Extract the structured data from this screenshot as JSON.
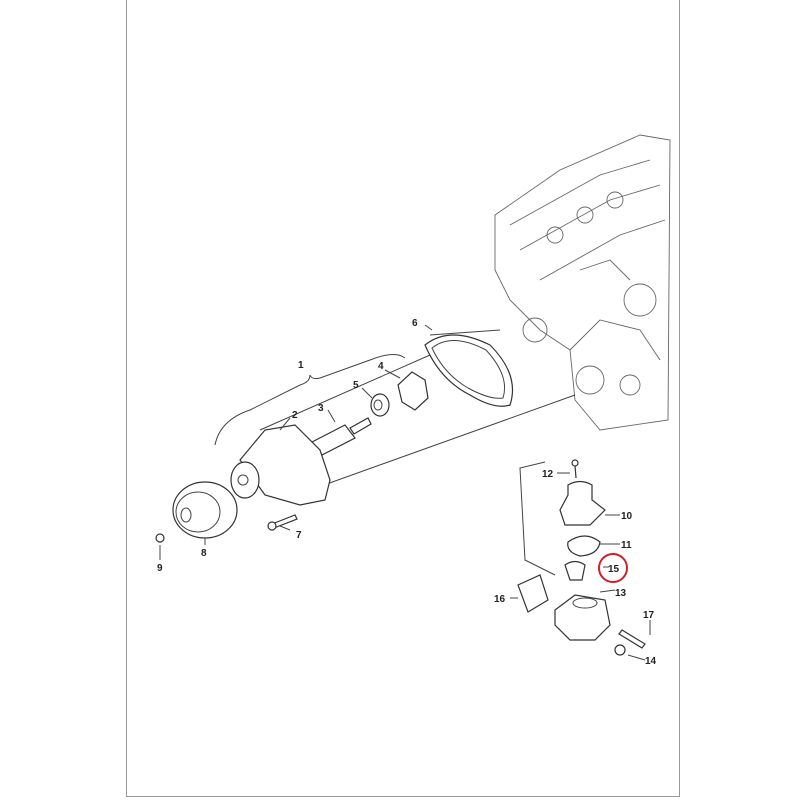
{
  "diagram": {
    "title": "Water pump and thermostat exploded view",
    "callouts": [
      "1",
      "2",
      "3",
      "4",
      "5",
      "6",
      "7",
      "8",
      "9",
      "10",
      "11",
      "12",
      "13",
      "14",
      "15",
      "16",
      "17"
    ],
    "highlighted_callout": "15",
    "highlight_color": "#d0202a"
  }
}
